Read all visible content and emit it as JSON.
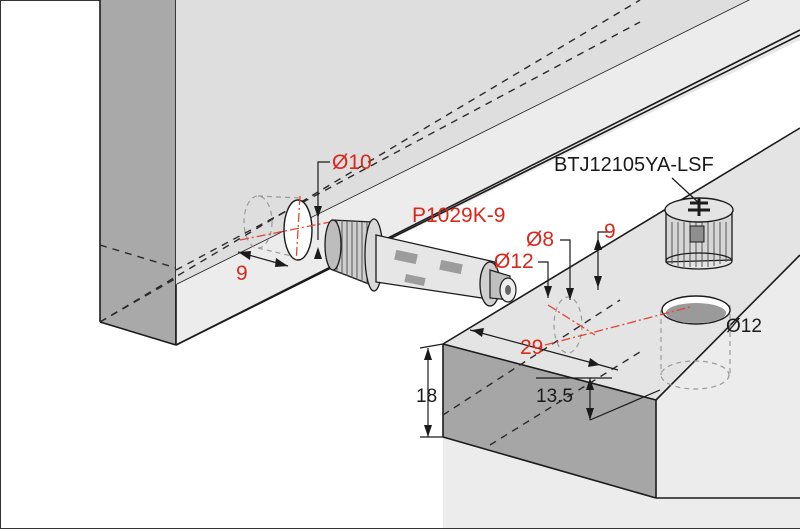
{
  "parts": {
    "bolt": "P1029K-9",
    "cam": "BTJ12105YA-LSF"
  },
  "dimensions": {
    "bolt_hole_dia": "Ø10",
    "bolt_hole_depth": "9",
    "bolt_head_dia": "Ø12",
    "bolt_tip_dia": "Ø8",
    "tip_offset": "9",
    "bolt_length": "29",
    "cam_hole_dia": "Ø12",
    "cam_center_offset": "13.5",
    "panel_thickness": "18"
  },
  "colors": {
    "panel_face": "#dcdcdc",
    "panel_side": "#a8a8a8",
    "dimension_red": "#d8281c",
    "dimension_black": "#1a1a1a"
  }
}
